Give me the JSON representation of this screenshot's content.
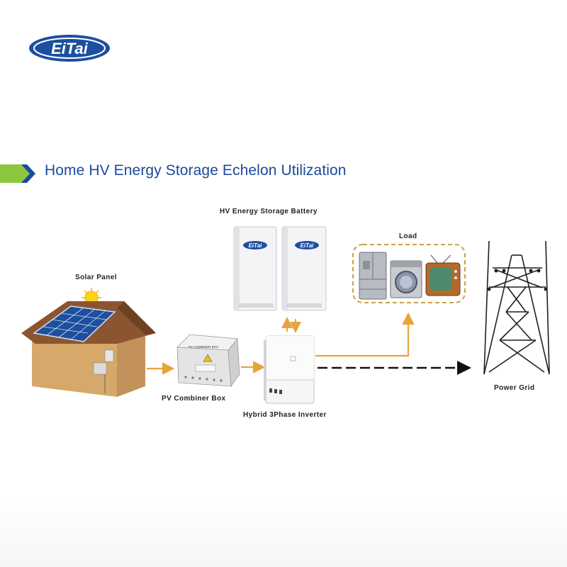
{
  "brand": {
    "logo_text": "EiTai",
    "color": "#1c4fa0",
    "ring": "#ffffff"
  },
  "title": "Home HV Energy Storage Echelon Utilization",
  "colors": {
    "title": "#1a4a9c",
    "accent_green": "#8cc63f",
    "accent_blue": "#1a4a9c",
    "flow_arrow": "#e8a33a",
    "grid_arrow": "#111111"
  },
  "labels": {
    "battery": "HV Energy Storage Battery",
    "load": "Load",
    "solar": "Solar Panel",
    "combiner": "PV Combiner Box",
    "inverter": "Hybrid 3Phase Inverter",
    "grid": "Power Grid"
  },
  "devices": {
    "battery_logo": "EiTai",
    "combiner_plate": "PV COMBINER BOX"
  }
}
